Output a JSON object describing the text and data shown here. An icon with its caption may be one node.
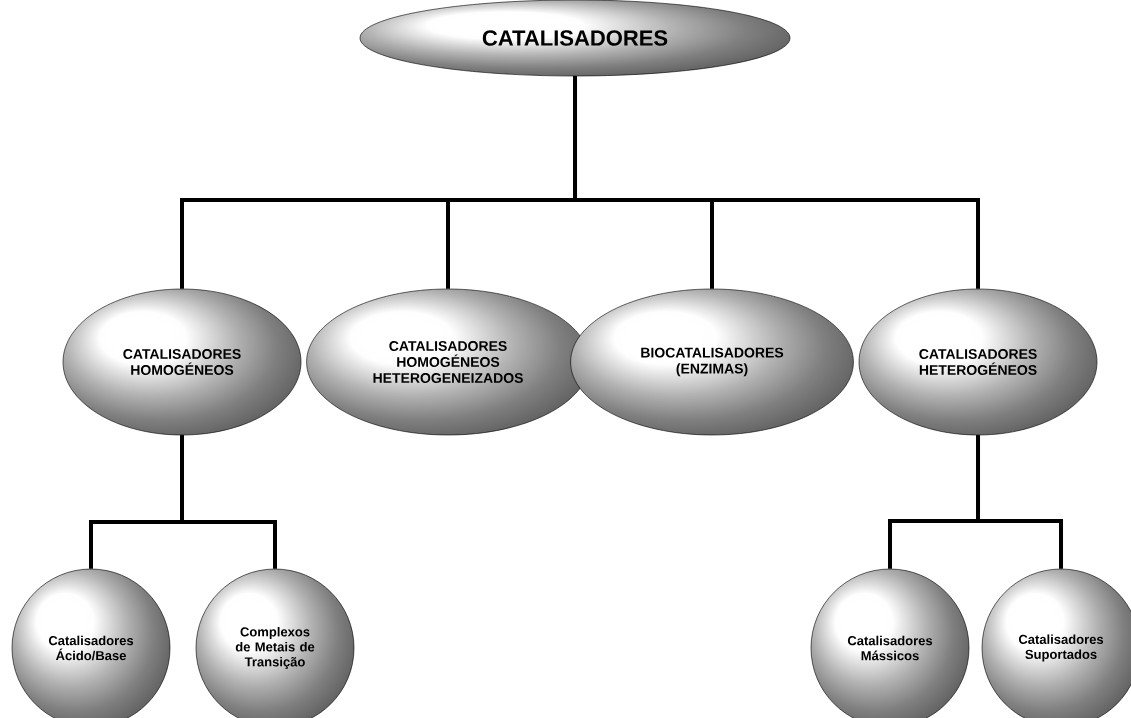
{
  "diagram": {
    "nodes": [
      {
        "text": [
          "CATALISADORES"
        ]
      },
      {
        "text": [
          "CATALISADORES HOMOGÉNEOS"
        ]
      },
      {
        "text": [
          "CATALISADORES HOMOGÉNEOS HETEROGENEIZADOS"
        ]
      },
      {
        "text": [
          "BIOCATALISADORES (ENZIMAS)"
        ]
      },
      {
        "text": [
          "CATALISADORES HETEROGÉNEOS"
        ]
      },
      {
        "text": [
          "Catalisadores Ácido/Base"
        ]
      },
      {
        "text": [
          "Complexos de Metais de Transição"
        ]
      },
      {
        "text": [
          "Catalisadores Mássicos"
        ]
      },
      {
        "text": [
          "Catalisadores Suportados"
        ]
      }
    ],
    "edges": [
      {
        "from": 0,
        "to": 1,
        "arrow": "none"
      },
      {
        "from": 0,
        "to": 2,
        "arrow": "none"
      },
      {
        "from": 0,
        "to": 3,
        "arrow": "none"
      },
      {
        "from": 0,
        "to": 4,
        "arrow": "none"
      },
      {
        "from": 1,
        "to": 5,
        "arrow": "none"
      },
      {
        "from": 1,
        "to": 6,
        "arrow": "none"
      },
      {
        "from": 4,
        "to": 7,
        "arrow": "none"
      },
      {
        "from": 4,
        "to": 8,
        "arrow": "none"
      }
    ]
  }
}
